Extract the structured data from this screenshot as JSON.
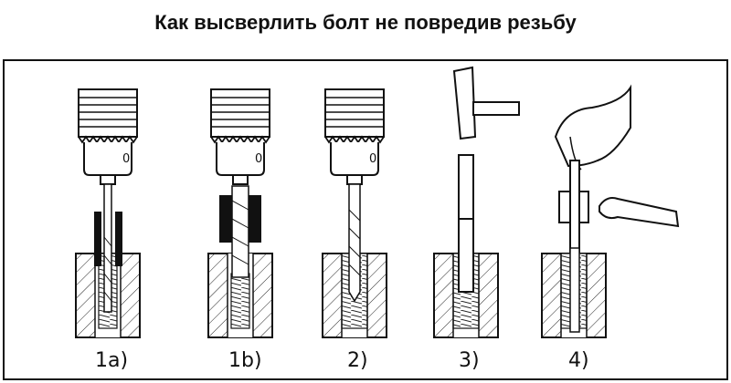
{
  "title": "Как высверлить болт не повредив резьбу",
  "steps": [
    {
      "label": "1a)"
    },
    {
      "label": "1b)"
    },
    {
      "label": "2)"
    },
    {
      "label": "3)"
    },
    {
      "label": "4)"
    }
  ],
  "chuck_mark": "0",
  "colors": {
    "line": "#111111",
    "background": "#ffffff"
  }
}
